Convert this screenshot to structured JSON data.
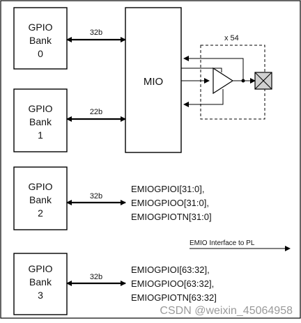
{
  "banks": [
    {
      "line1": "GPIO",
      "line2": "Bank",
      "line3": "0",
      "bus": "32b"
    },
    {
      "line1": "GPIO",
      "line2": "Bank",
      "line3": "1",
      "bus": "22b"
    },
    {
      "line1": "GPIO",
      "line2": "Bank",
      "line3": "2",
      "bus": "32b"
    },
    {
      "line1": "GPIO",
      "line2": "Bank",
      "line3": "3",
      "bus": "32b"
    }
  ],
  "mio": {
    "label": "MIO"
  },
  "pin_group": {
    "multiplier": "x 54"
  },
  "emio": {
    "bank2_signals": [
      "EMIOGPIOI[31:0],",
      "EMIOGPIOO[31:0],",
      "EMIOGPIOTN[31:0]"
    ],
    "bank3_signals": [
      "EMIOGPIOI[63:32],",
      "EMIOGPIOO[63:32],",
      "EMIOGPIOTN[63:32]"
    ],
    "interface_label": "EMIO Interface to PL"
  },
  "watermark": "CSDN @weixin_45064958"
}
